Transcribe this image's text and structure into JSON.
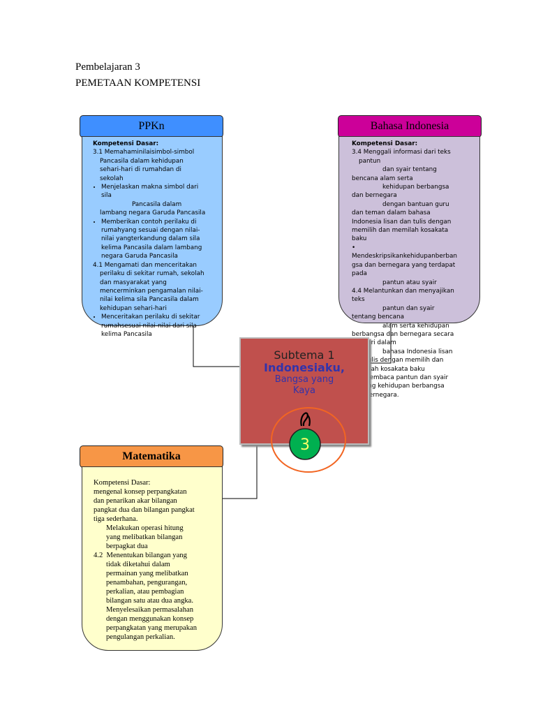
{
  "heading": {
    "line1": "Pembelajaran 3",
    "line2": "PEMETAAN KOMPETENSI"
  },
  "ppkn": {
    "title": "PPKn",
    "kd_label": "Kompetensi Dasar:",
    "l1": "3.1 Memahaminilaisimbol-simbol",
    "l2": "Pancasila dalam kehidupan",
    "l3": "sehari-hari di rumahdan di",
    "l4": "sekolah",
    "b1a": "Menjelaskan makna simbol dari",
    "b1b": "sila",
    "l5": "Pancasila dalam",
    "l6": "lambang negara Garuda Pancasila",
    "b2a": "Memberikan contoh perilaku di",
    "b2b": "rumahyang sesuai dengan nilai-",
    "b2c": "nilai yangterkandung dalam sila",
    "b2d": "kelima Pancasila dalam lambang",
    "b2e": "negara Garuda Pancasila",
    "l7": "4.1 Mengamati dan menceritakan",
    "l8": "perilaku di sekitar rumah, sekolah",
    "l9": "dan masyarakat yang",
    "l10": "mencerminkan pengamalan nilai-",
    "l11": "nilai kelima sila Pancasila dalam",
    "l12": "kehidupan sehari-hari",
    "b3a": "Menceritakan perilaku di sekitar",
    "b3b": "rumahsesuai nilai-nilai dari sila",
    "b3c": "kelima Pancasila"
  },
  "bahasa": {
    "title": "Bahasa Indonesia",
    "kd_label": "Kompetensi Dasar:",
    "l1": "3.4 Menggali informasi dari teks",
    "l2": "pantun",
    "l3": "dan syair tentang",
    "l4": "bencana alam serta",
    "l5": "kehidupan berbangsa",
    "l6": "dan bernegara",
    "l7": "dengan bantuan guru",
    "l8": "dan teman dalam bahasa",
    "l9": "Indonesia lisan dan tulis dengan",
    "l10": "memilih dan memilah kosakata",
    "l11": "baku",
    "l12": "Mendeskripsikankehidupanberban",
    "l13": "gsa dan bernegara yang terdapat",
    "l14": "pada",
    "l15": "pantun atau syair",
    "l16": "4.4 Melantunkan dan menyajikan",
    "l17": "teks",
    "l18": "pantun dan syair",
    "l19": "tentang bencana",
    "l20": "alam serta kehidupan",
    "l21": "berbangsa dan bernegara secara",
    "l22": "mandiri dalam",
    "l23": "bahasa Indonesia lisan",
    "l24": "dan tulis dengan memilih dan",
    "l25": "memilah kosakata baku",
    "l26": "Membaca pantun dan syair",
    "l27": "tentang kehidupan berbangsa",
    "l28": "dan bernegara."
  },
  "matematika": {
    "title": "Matematika",
    "l1": "Kompetensi Dasar:",
    "l2": "mengenal konsep perpangkatan",
    "l3": "dan penarikan akar bilangan",
    "l4": "pangkat dua dan bilangan pangkat",
    "l5": "tiga sederhana.",
    "l6": "Melakukan operasi hitung",
    "l7": "yang melibatkan bilangan",
    "l8": "berpagkat dua",
    "l9num": "4.2",
    "l9": "Menentukan bilangan yang",
    "l10": "tidak diketahui dalam",
    "l11": "permainan yang melibatkan",
    "l12": "penambahan, pengurangan,",
    "l13": "perkalian, atau pembagian",
    "l14": "bilangan satu atau dua angka.",
    "l15": "Menyelesaikan permasalahan",
    "l16": "dengan menggunakan konsep",
    "l17": "perpangkatan yang merupakan",
    "l18": "pengulangan perkalian."
  },
  "center": {
    "subtema": "Subtema 1",
    "title1": "Indonesiaku,",
    "title2": "Bangsa yang",
    "title3": "Kaya",
    "badge": "3"
  },
  "colors": {
    "ppkn_tab": "#3f8fff",
    "ppkn_box": "#99ccff",
    "bahasa_tab": "#cc0099",
    "bahasa_box": "#ccc0da",
    "mtk_tab": "#f79646",
    "mtk_box": "#ffffcc",
    "center": "#c0504d",
    "badge": "#00b050",
    "ring": "#f26522"
  }
}
